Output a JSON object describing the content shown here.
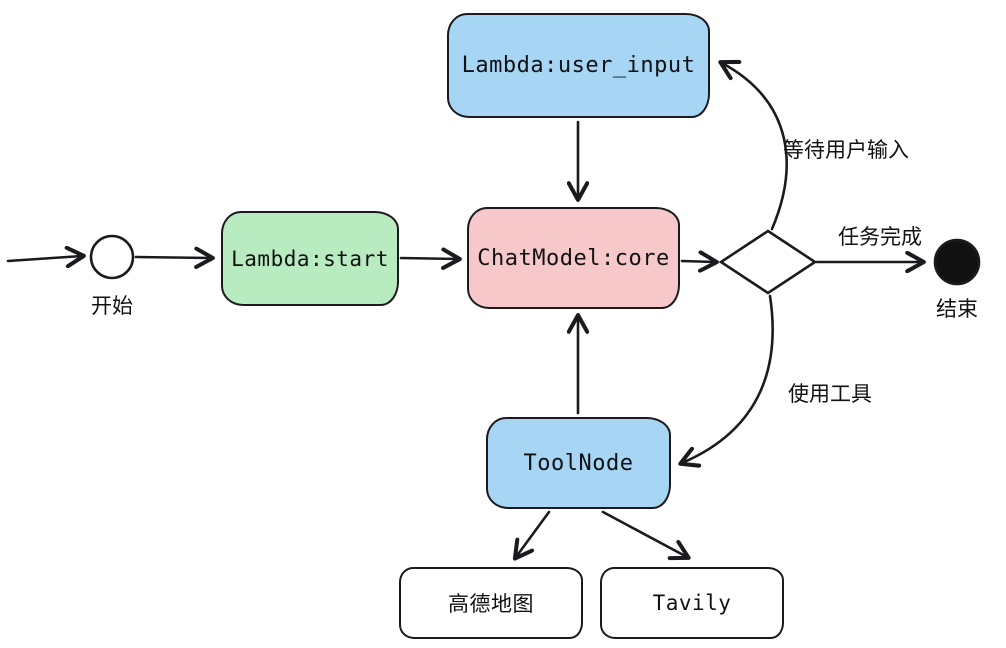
{
  "diagram": {
    "title": "agent-graph-flowchart",
    "nodes": {
      "user_input": {
        "label": "Lambda:user_input",
        "color": "#a7d5f4"
      },
      "start_lambda": {
        "label": "Lambda:start",
        "color": "#b8ecc0"
      },
      "chat_model": {
        "label": "ChatModel:core",
        "color": "#f7c8c9"
      },
      "tool_node": {
        "label": "ToolNode",
        "color": "#a7d5f4"
      },
      "gaode_map": {
        "label": "高德地图",
        "color": "#ffffff"
      },
      "tavily": {
        "label": "Tavily",
        "color": "#ffffff"
      }
    },
    "terminals": {
      "start": {
        "label": "开始"
      },
      "end": {
        "label": "结束"
      }
    },
    "edge_labels": {
      "wait_user_input": "等待用户输入",
      "task_done": "任务完成",
      "use_tool": "使用工具"
    },
    "colors": {
      "stroke": "#1b1b1f",
      "end_fill": "#111111",
      "background": "#ffffff"
    }
  }
}
